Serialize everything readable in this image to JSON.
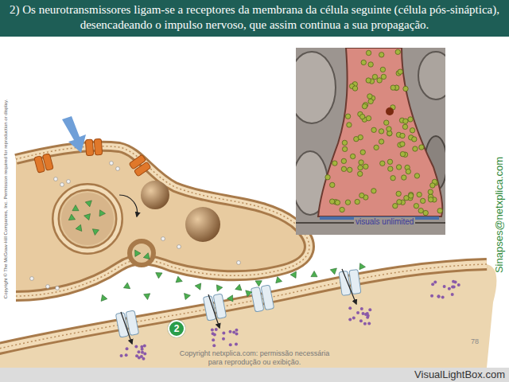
{
  "diagram": {
    "title": "2) Os neurotransmissores ligam-se a receptores da membrana da célula seguinte (célula pós-sináptica), desencadeando o impulso nervoso, que assim continua a sua propagação.",
    "nodes": [
      {
        "text": [
          "2"
        ]
      }
    ],
    "labels": [
      "Copyright © The McGraw-Hill Companies, Inc. Permission required for reproduction or display.",
      "Sinapses@netxplica.com",
      "visuals unlimited",
      "Copyright netxplica.com: permissão necessária para reprodução ou exibição.",
      "78",
      "VisualLightBox.com"
    ]
  }
}
